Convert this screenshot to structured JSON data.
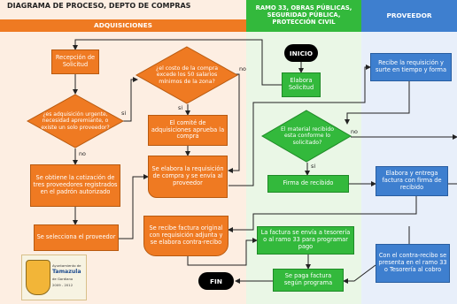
{
  "title": "DIAGRAMA DE PROCESO, DEPTO DE COMPRAS",
  "lanes": {
    "adquisiciones": "ADQUISICIONES",
    "ramo33": "RAMO 33, OBRAS PÚBLICAS, SEGURIDAD PÚBLICA, PROTECCIÓN CIVIL",
    "proveedor": "PROVEEDOR"
  },
  "nodes": {
    "recepcion": "Recepción de Solicitud",
    "adq_urgente": "¿es adquisición urgente, necesidad apremiante, o existe un solo proveedor?",
    "costo": "¿el costo de la compra excede los 50 salarios mínimos de la zona?",
    "comite": "El comité de adquisiciones aprueba la compra",
    "elabora_req": "Se elabora la requisición de compra y se envía al proveedor",
    "cotizacion": "Se obtiene la cotización de tres proveedores registrados en el padrón autorizado",
    "selecciona": "Se selecciona el proveedor",
    "factura_original": "Se recibe factura original con requisición adjunta y se elabora contra-recibo",
    "inicio": "INICIO",
    "elabora_solicitud": "Elabora Solicitud",
    "material": "El material recibido esta conforme lo solicitado?",
    "firma": "Firma de recibido",
    "factura_tesoreria": "La factura se envía a tesorería o al ramo 33 para programar pago",
    "paga": "Se paga factura según programa",
    "fin": "FIN",
    "recibe_req": "Recibe la requisición y surte en tiempo y forma",
    "elabora_factura": "Elabora y entrega factura con firma de recibido",
    "contra_recibo": "Con el contra-recibo se presenta en el ramo 33 o Tesorería al cobro"
  },
  "labels": {
    "no1": "no",
    "si1": "si",
    "no2": "no",
    "si2": "si",
    "no3": "no"
  },
  "logo": {
    "text1": "Ayuntamiento de",
    "text2": "Tamazula",
    "text3": "de Gordiano",
    "text4": "2009 - 2012"
  },
  "colors": {
    "orange": "#ef7a22",
    "green": "#33b93c",
    "blue": "#3e7fcf",
    "lane_orange": "#fdebdc",
    "lane_green": "#e8f6e3",
    "lane_blue": "#e6eef9"
  }
}
